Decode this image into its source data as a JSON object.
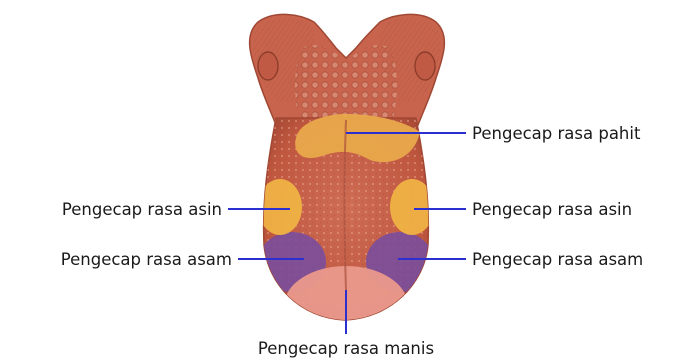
{
  "labels": {
    "pahit": "Pengecap rasa pahit",
    "asin_left": "Pengecap rasa asin",
    "asin_right": "Pengecap rasa asin",
    "asam_left": "Pengecap rasa asam",
    "asam_right": "Pengecap rasa asam",
    "manis": "Pengecap rasa manis"
  },
  "colors": {
    "tongue_base": "#c9614a",
    "tongue_dark": "#a84a36",
    "tongue_light": "#dc8f7a",
    "bitter_zone": "#e9a94b",
    "salty_zone": "#efb245",
    "sour_zone": "#7a4e9c",
    "sweet_zone": "#e8988a",
    "pointer_line": "#2b2fcf"
  }
}
